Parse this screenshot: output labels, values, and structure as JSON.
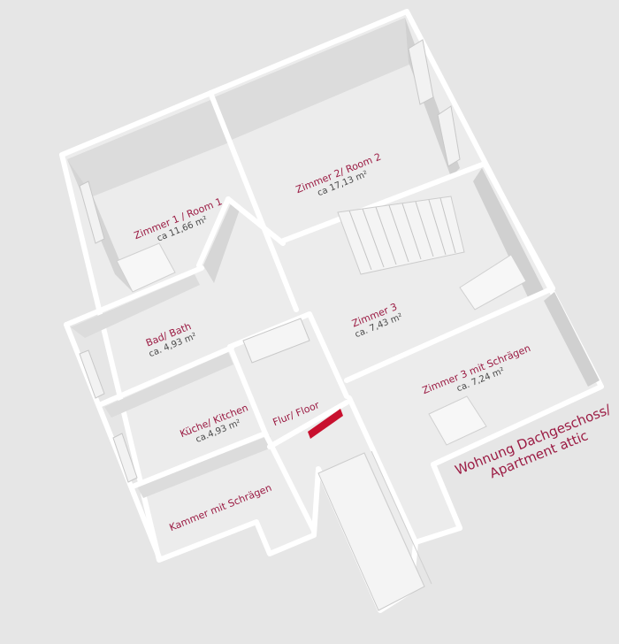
{
  "plan": {
    "title_line1": "Wohnung Dachgeschoss/",
    "title_line2": "Apartment attic",
    "colors": {
      "background": "#e6e6e6",
      "floor": "#ececec",
      "wall_shade": "#d9d9d9",
      "wall_top": "#ffffff",
      "label": "#9b1b43",
      "area_text": "#4a4a4a",
      "door": "#c8102e"
    },
    "rooms": [
      {
        "name": "Zimmer 1 / Room 1",
        "area": "ca 11,66 m²"
      },
      {
        "name": "Zimmer 2/ Room 2",
        "area": "ca 17,13 m²"
      },
      {
        "name": "Bad/ Bath",
        "area": "ca. 4,93 m²"
      },
      {
        "name": "Zimmer 3",
        "area": "ca. 7,43 m²"
      },
      {
        "name": "Küche/ Kitchen",
        "area": "ca.4,93 m²"
      },
      {
        "name": "Flur/ Floor",
        "area": ""
      },
      {
        "name": "Zimmer 3 mit Schrägen",
        "area": "ca. 7,24 m²"
      },
      {
        "name": "Kammer mit Schrägen",
        "area": ""
      }
    ]
  }
}
